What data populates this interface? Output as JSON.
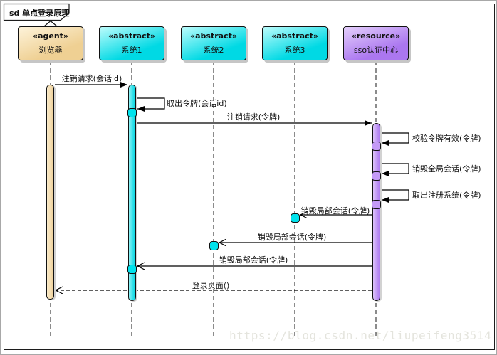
{
  "frame": {
    "title": "sd 单点登录原理"
  },
  "lifelines": [
    {
      "stereotype": "«agent»",
      "name": "浏览器"
    },
    {
      "stereotype": "«abstract»",
      "name": "系统1"
    },
    {
      "stereotype": "«abstract»",
      "name": "系统2"
    },
    {
      "stereotype": "«abstract»",
      "name": "系统3"
    },
    {
      "stereotype": "«resource»",
      "name": "sso认证中心"
    }
  ],
  "messages": [
    {
      "label": "注销请求(会话id)",
      "from": "浏览器",
      "to": "系统1",
      "line": "solid",
      "arrow": "filled"
    },
    {
      "label": "取出令牌(会话id)",
      "from": "系统1",
      "to": "系统1",
      "line": "solid",
      "arrow": "filled"
    },
    {
      "label": "注销请求(令牌)",
      "from": "系统1",
      "to": "sso认证中心",
      "line": "solid",
      "arrow": "filled"
    },
    {
      "label": "校验令牌有效(令牌)",
      "from": "sso认证中心",
      "to": "sso认证中心",
      "line": "solid",
      "arrow": "filled"
    },
    {
      "label": "销毁全局会话(令牌)",
      "from": "sso认证中心",
      "to": "sso认证中心",
      "line": "solid",
      "arrow": "filled"
    },
    {
      "label": "取出注册系统(令牌)",
      "from": "sso认证中心",
      "to": "sso认证中心",
      "line": "solid",
      "arrow": "filled"
    },
    {
      "label": "销毁局部会话(令牌)",
      "from": "sso认证中心",
      "to": "系统3",
      "line": "solid",
      "arrow": "open"
    },
    {
      "label": "销毁局部会话(令牌)",
      "from": "sso认证中心",
      "to": "系统2",
      "line": "solid",
      "arrow": "open"
    },
    {
      "label": "销毁局部会话(令牌)",
      "from": "sso认证中心",
      "to": "系统1",
      "line": "solid",
      "arrow": "open"
    },
    {
      "label": "登录页面()",
      "from": "sso认证中心",
      "to": "浏览器",
      "line": "dashed",
      "arrow": "open"
    }
  ],
  "watermark": "https://blog.csdn.net/liupeifeng3514",
  "colors": {
    "agent_fill": "#efd093",
    "abstract_fill": "#00d9e4",
    "resource_fill": "#ab77f0",
    "watermark": "#e4e4dd"
  }
}
